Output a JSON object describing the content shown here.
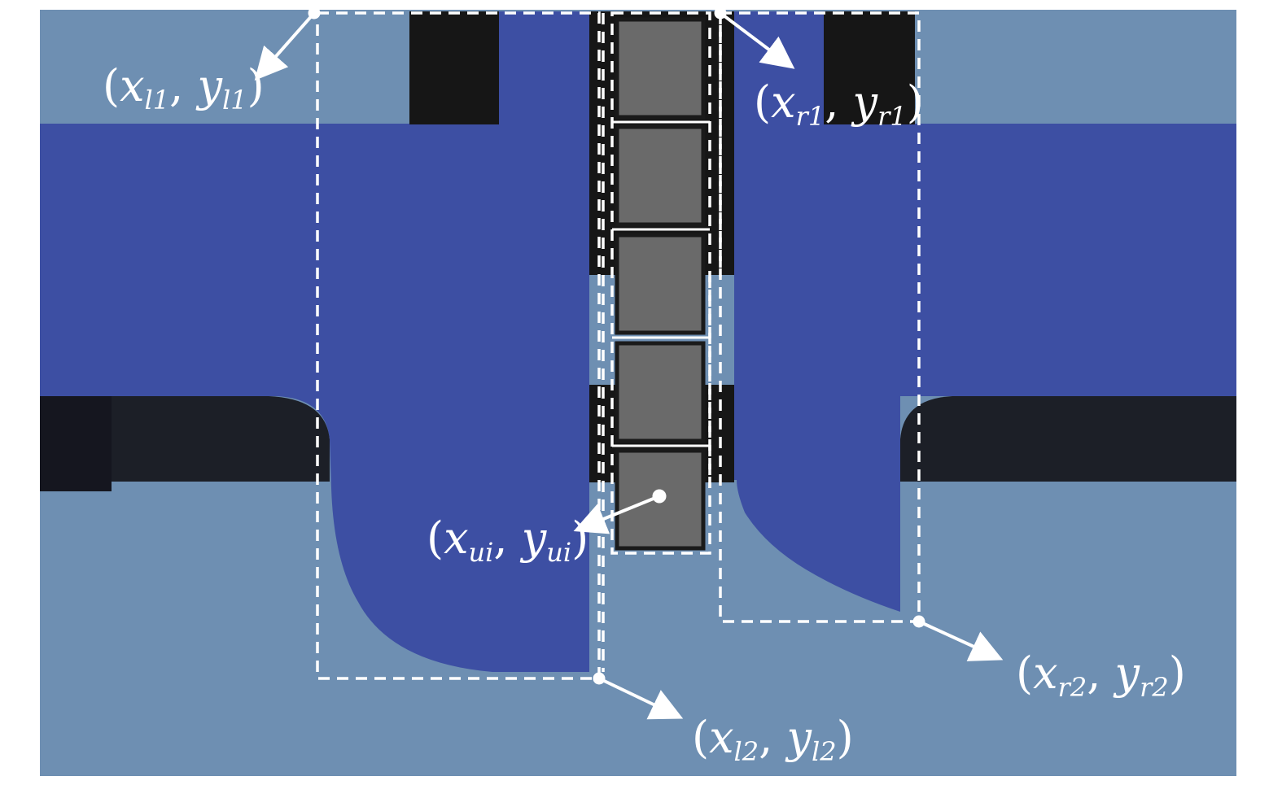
{
  "colors": {
    "background": "#ffffff",
    "light_steel_blue": "#6e8fb2",
    "royal_blue": "#3d4fa3",
    "dark_band": "#1c1f27",
    "black_region": "#161616",
    "cell_gray": "#6a6a6a",
    "cell_border": "#1a1a1a",
    "annotation_white": "#ffffff"
  },
  "icons": {
    "point_marker": "filled-circle",
    "pointer": "arrow"
  },
  "labels": {
    "l1": {
      "var_x": "x",
      "sub_x": "l1",
      "var_y": "y",
      "sub_y": "l1"
    },
    "r1": {
      "var_x": "x",
      "sub_x": "r1",
      "var_y": "y",
      "sub_y": "r1"
    },
    "ui": {
      "var_x": "x",
      "sub_x": "ui",
      "var_y": "y",
      "sub_y": "ui"
    },
    "l2": {
      "var_x": "x",
      "sub_x": "l2",
      "var_y": "y",
      "sub_y": "l2"
    },
    "r2": {
      "var_x": "x",
      "sub_x": "r2",
      "var_y": "y",
      "sub_y": "r2"
    }
  },
  "punct": {
    "open": "(",
    "comma": ", ",
    "close": ")"
  }
}
